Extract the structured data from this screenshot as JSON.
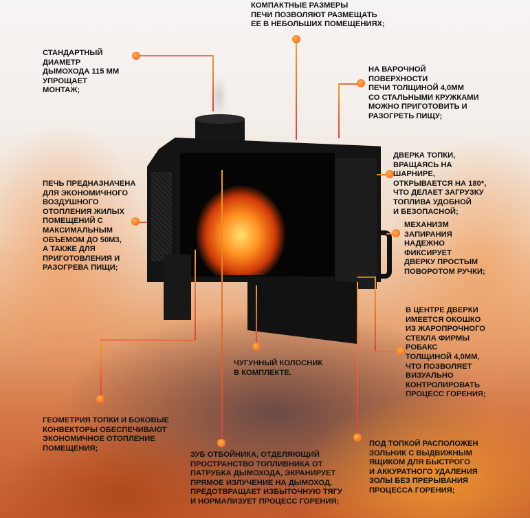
{
  "callouts": {
    "compact": "Компактные размеры\nпечи позволяют размещать\nее в небольших помещениях;",
    "chimney": "Стандартный\nдиаметр\nдымохода 115 мм\nупрощает\nмонтаж;",
    "cooktop": "На варочной\nповерхности\nпечи толщиной 4,0мм\nсо стальными кружками\nможно приготовить и\nразогреть пищу;",
    "door": "Дверка топки,\nвращаясь на\nшарнире,\nоткрывается на 180*,\nчто делает загрузку\nтоплива удобной\nи безопасной;",
    "lock": "Механизм\nзапирания\nнадежно\nфиксирует\nдверку простым\nповоротом ручки;",
    "purpose": "Печь предназначена\nдля экономичного\nвоздушного\nотопления жилых\nпомещений с\nмаксимальным\nобъемом до 50м3,\nа также для\nприготовления и\nразогрева пищи;",
    "glass": "В центре дверки\nимеется окошко\nиз жаропрочного\nстекла фирмы\nРобакс\nтолщиной 4,0мм,\nчто позволяет\nвизуально\nконтролировать\nпроцесс горения;",
    "grate": "Чугунный колосник\nв комплекте.",
    "geometry": "Геометрия топки и боковые\nконвекторы обеспечивают\nэкономичное отопление\nпомещения;",
    "baffle": "Зуб отбойника, отделяющий\nпространство топливника от\nпатрубка дымохода, экранирует\nпрямое излучение на дымоход,\nпредотвращает избыточную тягу\nи нормализует процесс горения;",
    "ashpit": "Под топкой расположен\nзольник с выдвижным\nящиком для быстрого\nи аккуратного удаления\nзолы без прерывания\nпроцесса горения;"
  },
  "colors": {
    "accent": "#f05a20",
    "line": "#f0a020"
  }
}
